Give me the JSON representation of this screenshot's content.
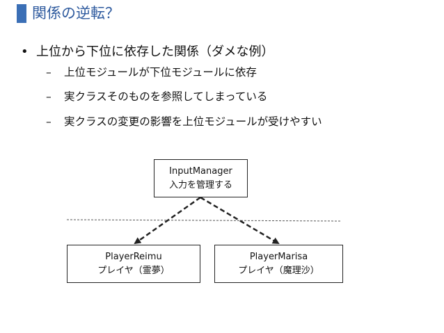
{
  "title": "関係の逆転？",
  "bullet": {
    "mark": "•",
    "text": "上位から下位に依存した関係（ダメな例）"
  },
  "sub_items": [
    {
      "mark": "–",
      "text": "上位モジュールが下位モジュールに依存"
    },
    {
      "mark": "–",
      "text": "実クラスそのものを参照してしまっている"
    },
    {
      "mark": "–",
      "text": "実クラスの変更の影響を上位モジュールが受けやすい"
    }
  ],
  "diagram": {
    "top_box": {
      "name": "InputManager",
      "caption": "入力を管理する"
    },
    "left_box": {
      "name": "PlayerReimu",
      "caption": "プレイヤ（霊夢）"
    },
    "right_box": {
      "name": "PlayerMarisa",
      "caption": "プレイヤ（魔理沙）"
    }
  },
  "colors": {
    "title": "#2e5a9e",
    "accent": "#3b6fb6",
    "line": "#222222"
  }
}
